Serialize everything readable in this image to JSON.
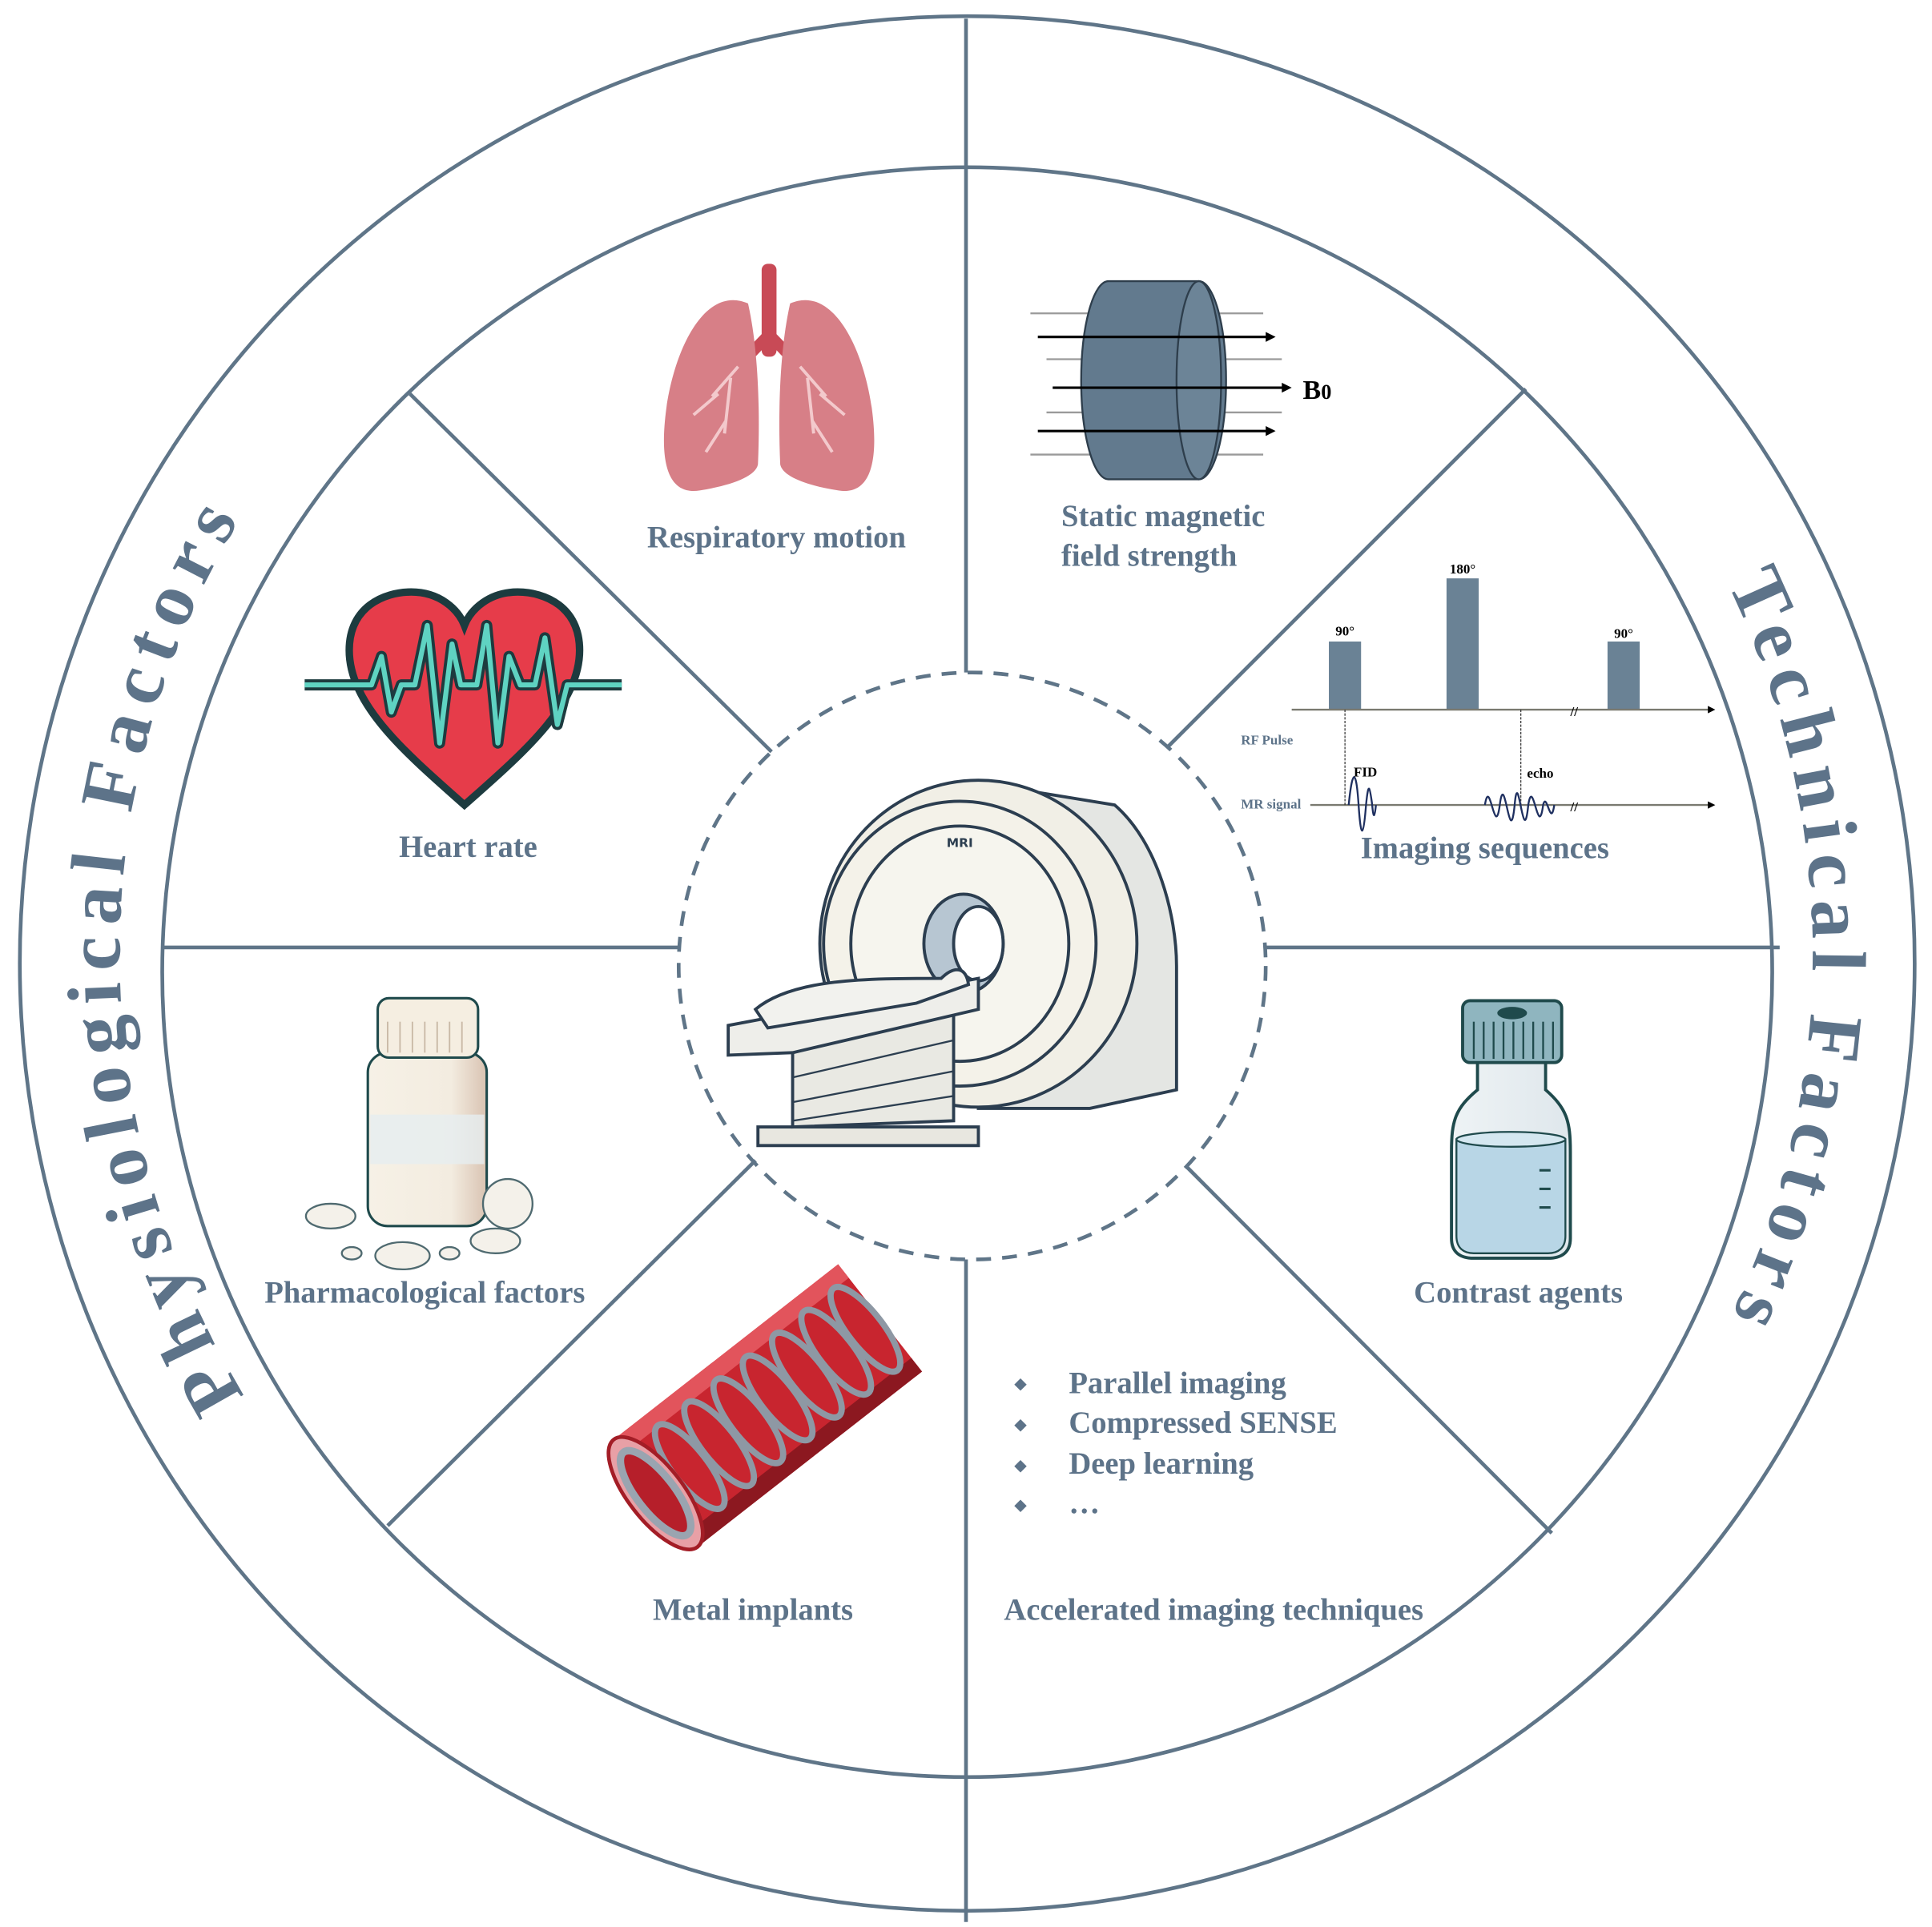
{
  "titles": {
    "left": "Physiological Factors",
    "right": "Technical Factors"
  },
  "labels": {
    "respiratory": "Respiratory motion",
    "heart_rate": "Heart rate",
    "pharmacological": "Pharmacological factors",
    "metal_implants": "Metal implants",
    "field_strength_line1": "Static magnetic",
    "field_strength_line2": "field strength",
    "imaging_sequences": "Imaging sequences",
    "contrast_agents": "Contrast agents",
    "accelerated": "Accelerated imaging techniques"
  },
  "magnet": {
    "field_symbol": "B",
    "field_subscript": "0"
  },
  "sequence": {
    "pulse1": "90°",
    "pulse2": "180°",
    "pulse3": "90°",
    "rf_label": "RF Pulse",
    "signal_label": "MR signal",
    "fid": "FID",
    "echo": "echo",
    "break_mark": "//"
  },
  "accelerated_items": [
    "Parallel imaging",
    "Compressed SENSE",
    "Deep learning",
    "…"
  ],
  "scanner": {
    "brand": "MRI"
  },
  "colors": {
    "accent": "#5d7389",
    "heart": "#e63c4a",
    "lung": "#d77f87",
    "magnet": "#627a8e",
    "ecg": "#5fd3c2"
  }
}
